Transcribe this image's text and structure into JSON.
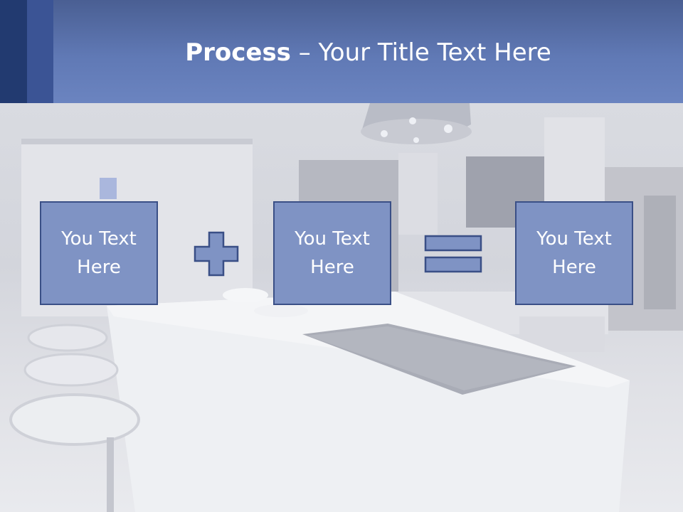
{
  "slide": {
    "title_bold": "Process",
    "title_rest": " – Your Title Text Here"
  },
  "process": {
    "boxes": [
      {
        "label": "You Text Here"
      },
      {
        "label": "You Text Here"
      },
      {
        "label": "You Text Here"
      }
    ],
    "operators": [
      "plus-icon",
      "equals-icon"
    ]
  },
  "colors": {
    "header_bg": "#6079b5",
    "header_band_dark": "#223a70",
    "header_band_mid": "#3b5495",
    "box_fill": "#7f93c4",
    "box_border": "#3a4f86",
    "text_white": "#ffffff"
  }
}
